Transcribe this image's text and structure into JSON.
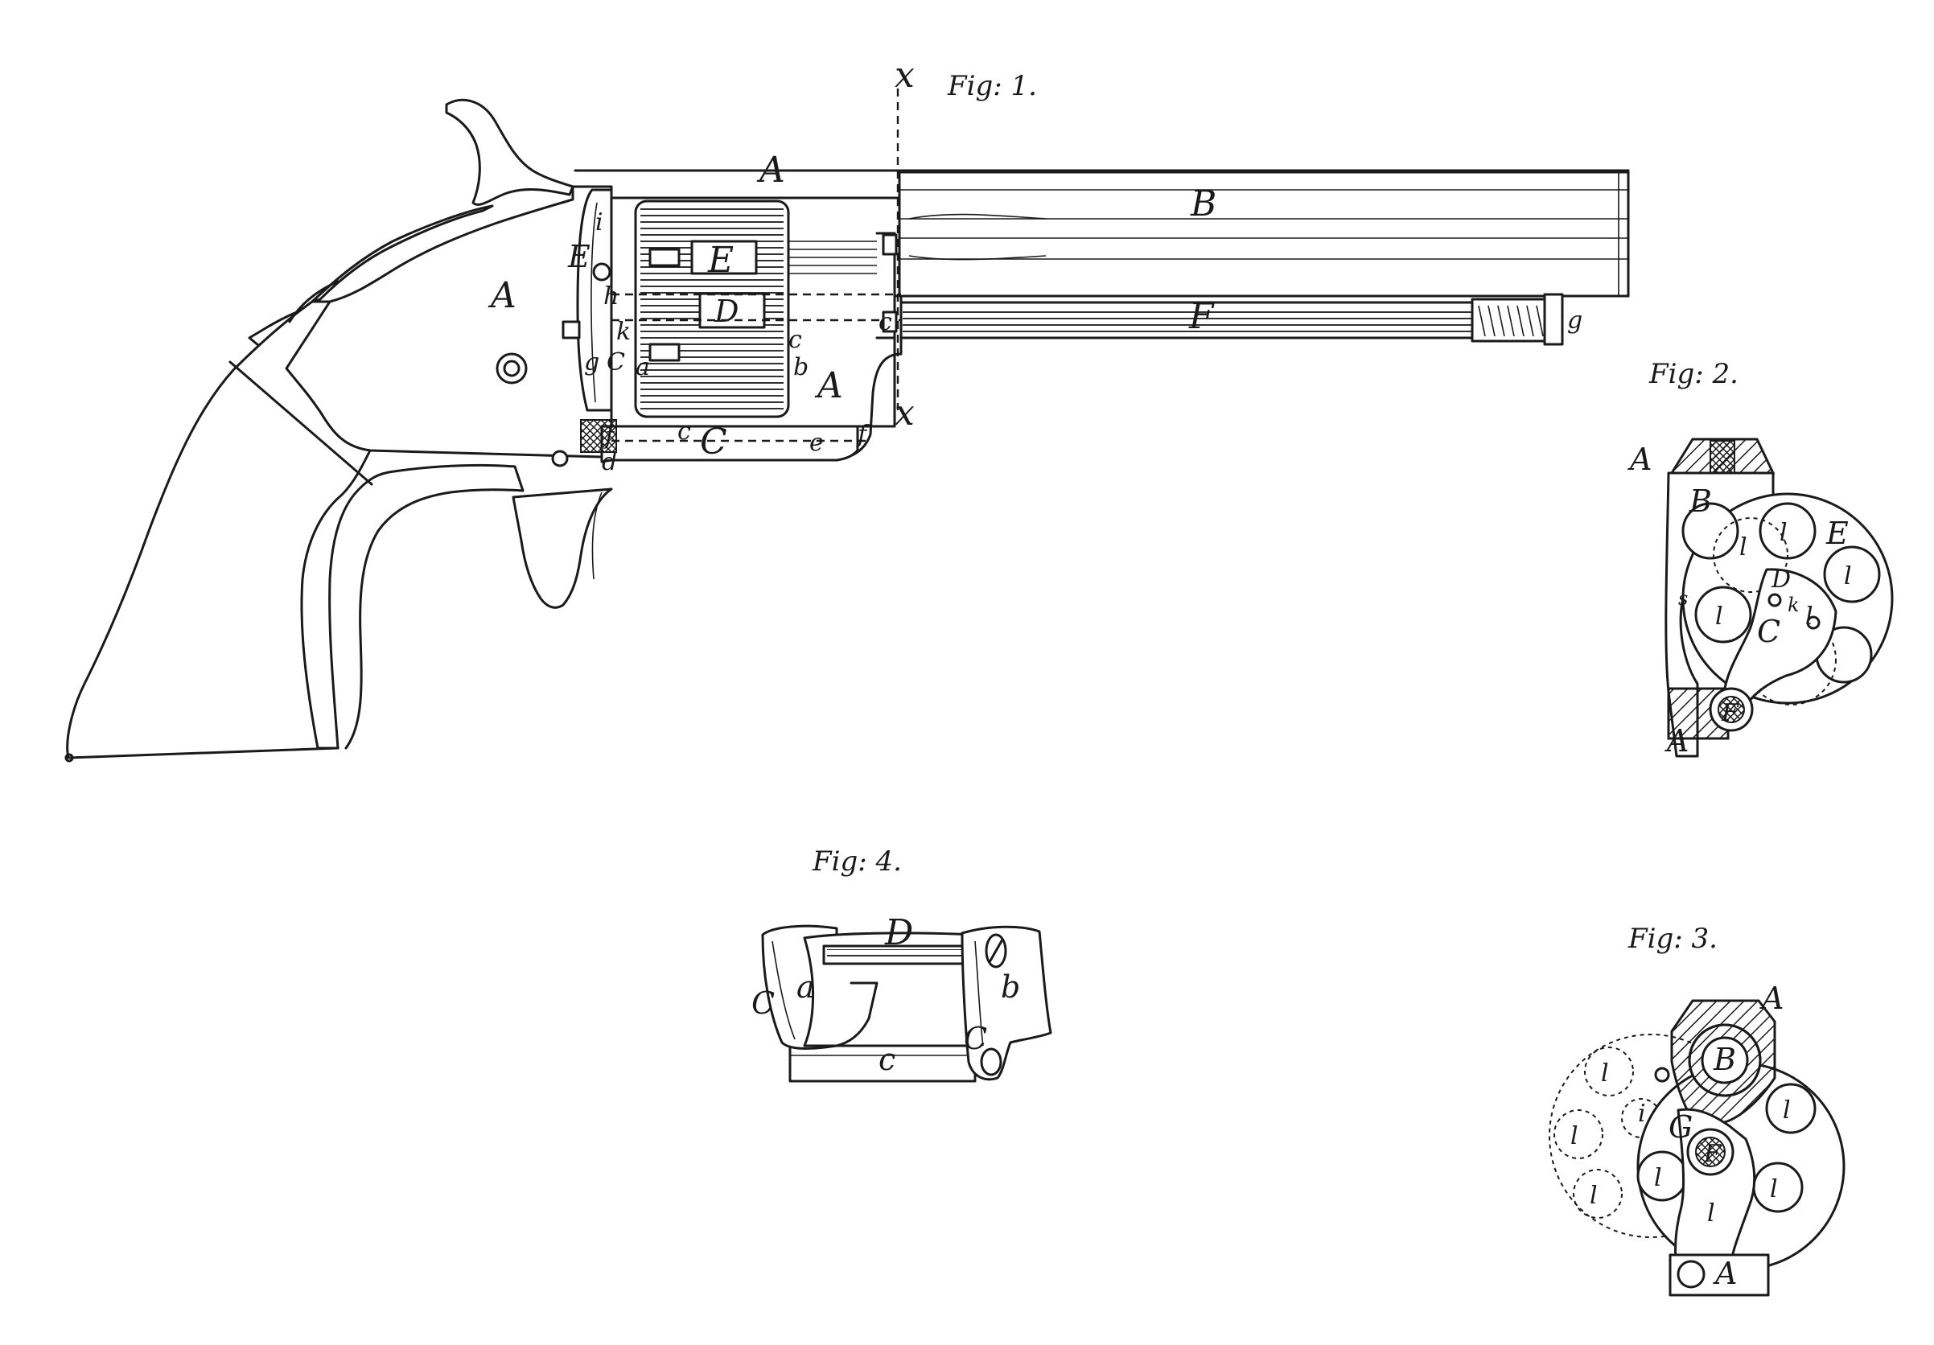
{
  "figures": {
    "fig1": {
      "title": "Fig: 1.",
      "labels": {
        "frame_top": "A",
        "frame_handle": "A",
        "frame_lower": "A",
        "barrel": "B",
        "cylinder": "E",
        "ejector_rod": "F",
        "guard_plate": "C",
        "pin": "D",
        "section_top": "x",
        "section_bottom": "x",
        "side_E": "E",
        "k": "k",
        "g": "g",
        "C_small": "C",
        "a": "a",
        "b": "b",
        "c_small": "c",
        "c_lower": "c",
        "c_upper": "c",
        "d": "d",
        "e": "e",
        "f": "f",
        "f_left": "f",
        "h": "h",
        "i": "i",
        "rod_end": "g"
      }
    },
    "fig2": {
      "title": "Fig: 2.",
      "labels": {
        "A_top": "A",
        "A_bottom": "A",
        "B": "B",
        "E": "E",
        "D": "D",
        "C": "C",
        "k": "k",
        "F": "F",
        "s": "s",
        "chamber_1": "l",
        "chamber_2": "l",
        "chamber_3": "l",
        "chamber_4": "l",
        "chamber_5": "l"
      }
    },
    "fig3": {
      "title": "Fig: 3.",
      "labels": {
        "A_top": "A",
        "A_bottom": "A",
        "B": "B",
        "F": "F",
        "G": "G",
        "i": "i",
        "chamber_1": "l",
        "chamber_2": "l",
        "chamber_3": "l",
        "chamber_4": "l",
        "ghost_1": "l",
        "ghost_2": "l",
        "ghost_3": "l"
      }
    },
    "fig4": {
      "title": "Fig: 4.",
      "labels": {
        "D": "D",
        "a": "a",
        "b": "b",
        "c": "c",
        "C_left": "C",
        "C_right": "C"
      }
    }
  }
}
